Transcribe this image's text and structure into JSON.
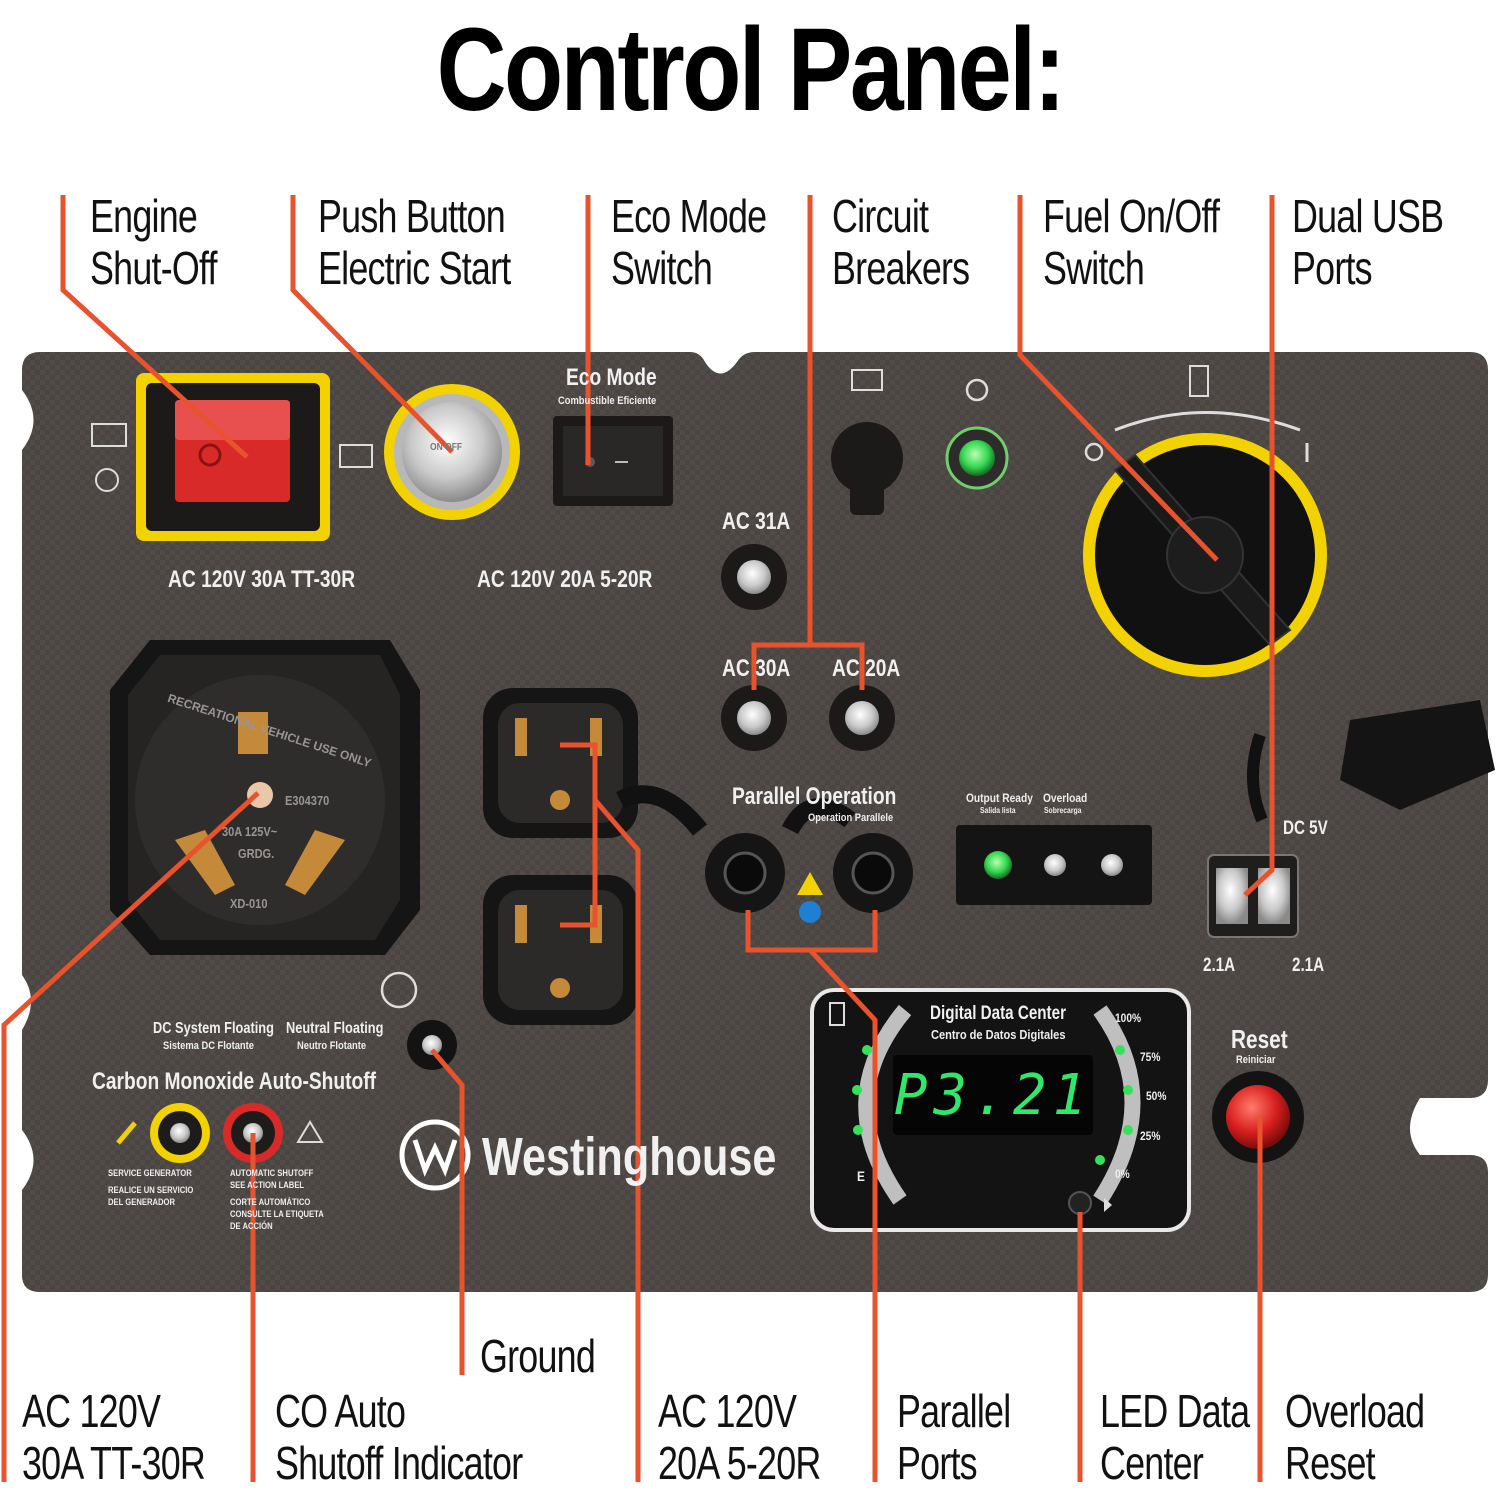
{
  "title": "Control Panel:",
  "callouts_top": [
    {
      "lines": [
        "Engine",
        "Shut-Off"
      ]
    },
    {
      "lines": [
        "Push Button",
        "Electric Start"
      ]
    },
    {
      "lines": [
        "Eco Mode",
        "Switch"
      ]
    },
    {
      "lines": [
        "Circuit",
        "Breakers"
      ]
    },
    {
      "lines": [
        "Fuel On/Off",
        "Switch"
      ]
    },
    {
      "lines": [
        "Dual USB",
        "Ports"
      ]
    }
  ],
  "callouts_bottom": [
    {
      "lines": [
        "AC 120V",
        "30A TT-30R"
      ]
    },
    {
      "lines": [
        "CO Auto",
        "Shutoff Indicator"
      ]
    },
    {
      "lines": [
        "Ground"
      ]
    },
    {
      "lines": [
        "AC 120V",
        "20A 5-20R"
      ]
    },
    {
      "lines": [
        "Parallel",
        "Ports"
      ]
    },
    {
      "lines": [
        "LED Data",
        "Center"
      ]
    },
    {
      "lines": [
        "Overload",
        "Reset"
      ]
    }
  ],
  "panel": {
    "eco_mode_label": "Eco Mode",
    "eco_mode_sub": "Combustible Eficiente",
    "outlet_30a_label": "AC 120V 30A TT-30R",
    "outlet_20a_label": "AC 120V 20A 5-20R",
    "breaker_31": "AC 31A",
    "breaker_30": "AC 30A",
    "breaker_20": "AC 20A",
    "parallel_label": "Parallel Operation",
    "parallel_sub": "Operation Parallele",
    "output_ready": "Output Ready",
    "output_ready_sub": "Salida lista",
    "overload": "Overload",
    "overload_sub": "Sobrecarga",
    "dc5v": "DC 5V",
    "usb_left": "2.1A",
    "usb_right": "2.1A",
    "reset": "Reset",
    "reset_sub": "Reiniciar",
    "dc_floating": "DC System Floating",
    "dc_floating_sub": "Sistema DC Flotante",
    "neutral_floating": "Neutral Floating",
    "neutral_floating_sub": "Neutro Flotante",
    "co_shutoff": "Carbon Monoxide Auto-Shutoff",
    "service_1": "SERVICE GENERATOR",
    "service_2": "REALICE UN SERVICIO",
    "service_3": "DEL GENERADOR",
    "auto_1": "AUTOMATIC SHUTOFF",
    "auto_2": "SEE ACTION LABEL",
    "auto_3": "CORTE AUTOMÁTICO",
    "auto_4": "CONSULTE LA ETIQUETA",
    "auto_5": "DE ACCIÓN",
    "brand": "Westinghouse",
    "ddc_title": "Digital Data Center",
    "ddc_sub": "Centro de Datos Digitales",
    "lcd_value": "P3.21",
    "gauge_100": "100%",
    "gauge_75": "75%",
    "gauge_50": "50%",
    "gauge_25": "25%",
    "gauge_0": "0%",
    "e_label": "E",
    "outlet_text_1": "RECREATIONAL VEHICLE USE ONLY",
    "outlet_text_2": "E304370",
    "outlet_text_3": "30A 125V~",
    "outlet_text_4": "GRDG.",
    "outlet_text_5": "XD-010",
    "on_off": "ON OFF"
  },
  "colors": {
    "panel": "#4a4542",
    "leader": "#e8522c",
    "yellow": "#f2d200",
    "green_led": "#37e05a",
    "red_switch": "#d92a2a"
  }
}
